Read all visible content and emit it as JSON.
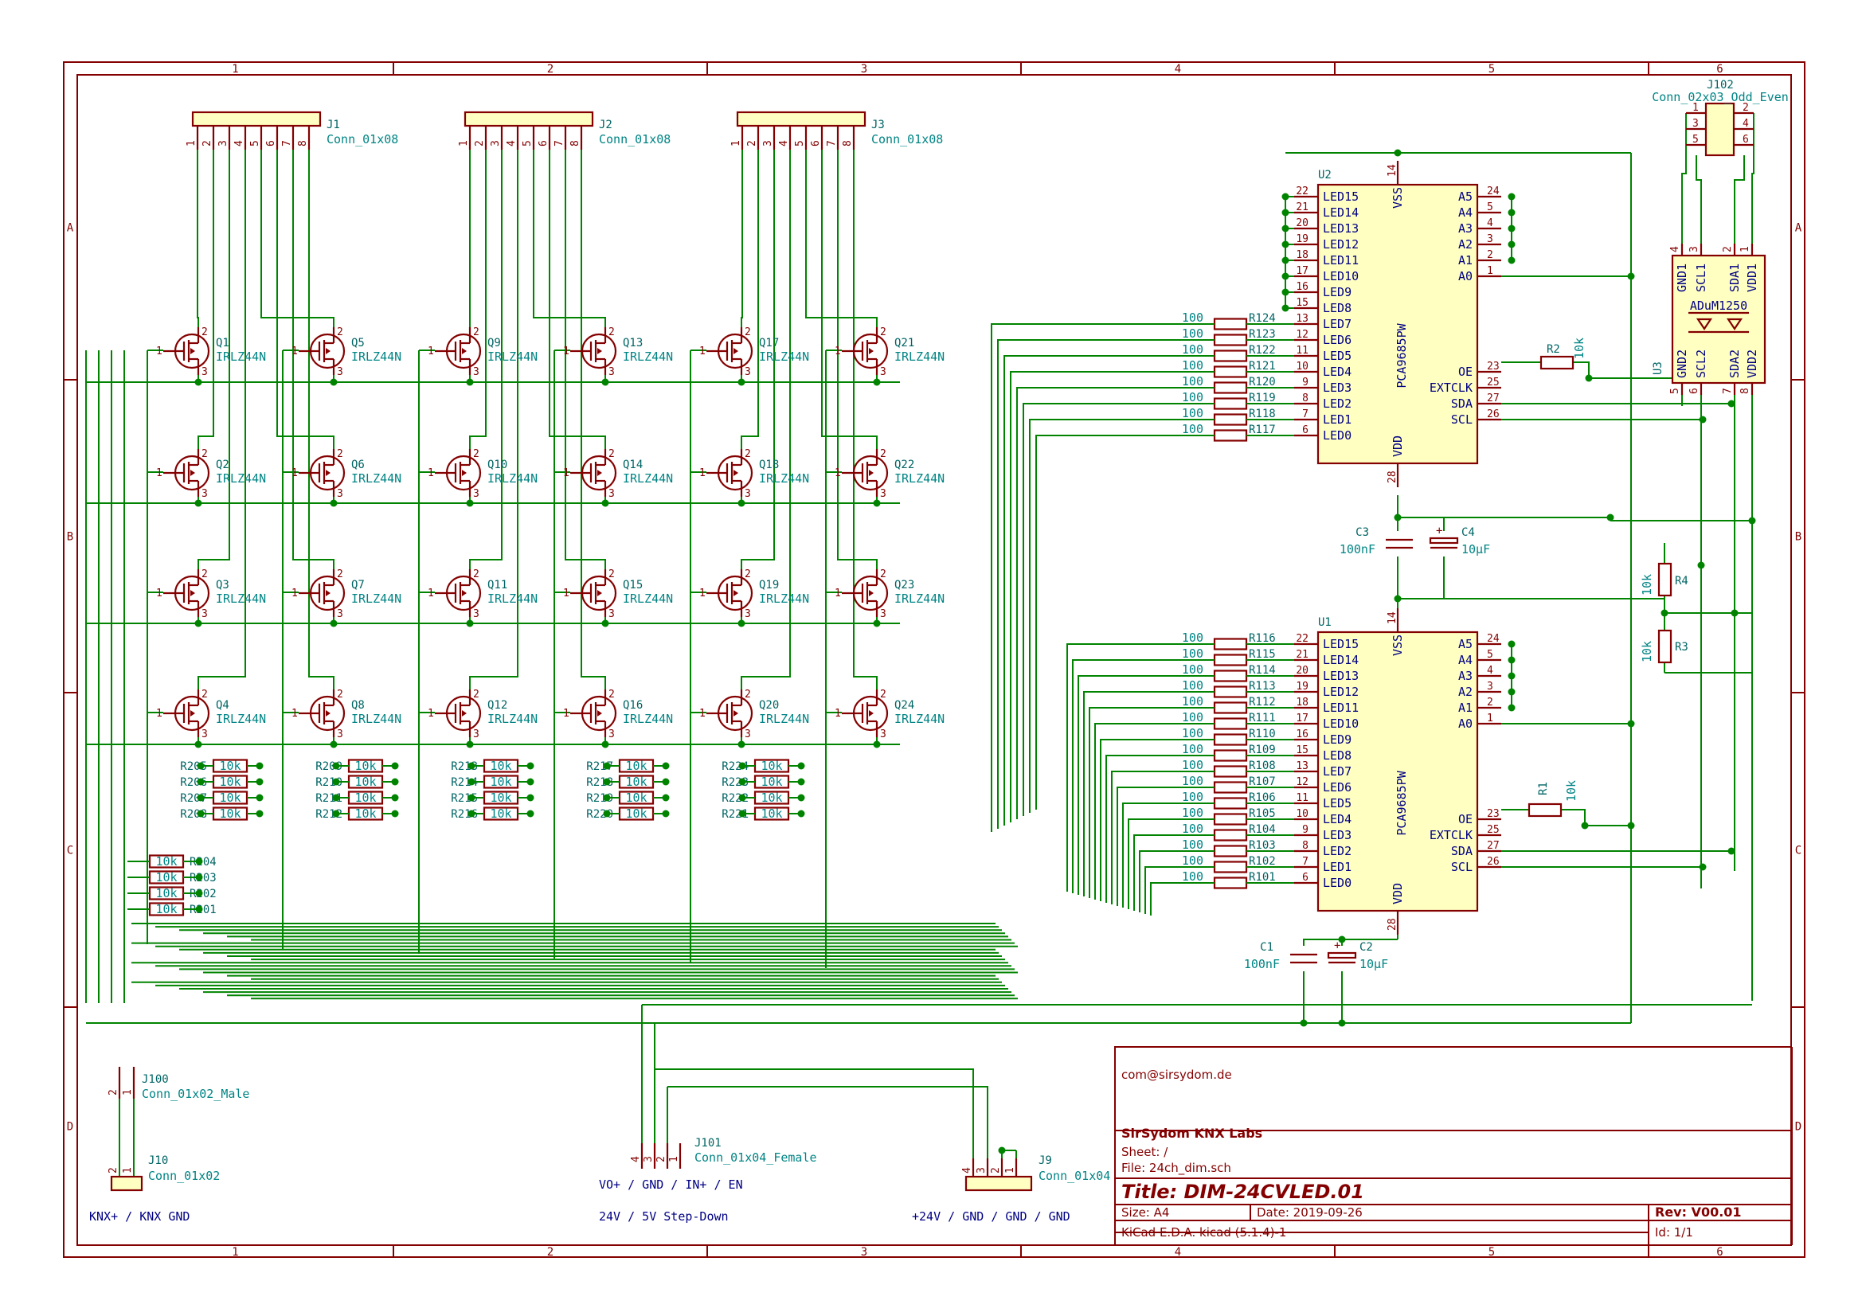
{
  "frame": {
    "columns": [
      "1",
      "2",
      "3",
      "4",
      "5",
      "6"
    ],
    "rows": [
      "A",
      "B",
      "C",
      "D"
    ]
  },
  "connectors_top": [
    {
      "ref": "J1",
      "value": "Conn_01x08",
      "pins": [
        "1",
        "2",
        "3",
        "4",
        "5",
        "6",
        "7",
        "8"
      ]
    },
    {
      "ref": "J2",
      "value": "Conn_01x08",
      "pins": [
        "1",
        "2",
        "3",
        "4",
        "5",
        "6",
        "7",
        "8"
      ]
    },
    {
      "ref": "J3",
      "value": "Conn_01x08",
      "pins": [
        "1",
        "2",
        "3",
        "4",
        "5",
        "6",
        "7",
        "8"
      ]
    }
  ],
  "mosfets": {
    "value": "IRLZ44N",
    "refs": [
      [
        "Q1",
        "Q5",
        "Q9",
        "Q13",
        "Q17",
        "Q21"
      ],
      [
        "Q2",
        "Q6",
        "Q10",
        "Q14",
        "Q18",
        "Q22"
      ],
      [
        "Q3",
        "Q7",
        "Q11",
        "Q15",
        "Q19",
        "Q23"
      ],
      [
        "Q4",
        "Q8",
        "Q12",
        "Q16",
        "Q20",
        "Q24"
      ]
    ],
    "pins": {
      "gate": "1",
      "drain": "2",
      "source": "3"
    }
  },
  "gate_resistors": {
    "value": "10k",
    "groups": [
      [
        "R205",
        "R206",
        "R207",
        "R208"
      ],
      [
        "R209",
        "R210",
        "R211",
        "R212"
      ],
      [
        "R213",
        "R214",
        "R215",
        "R216"
      ],
      [
        "R217",
        "R218",
        "R219",
        "R220"
      ],
      [
        "R224",
        "R223",
        "R222",
        "R221"
      ]
    ],
    "lower": [
      "R204",
      "R203",
      "R202",
      "R201"
    ]
  },
  "series_resistors": {
    "value": "100",
    "u2": [
      "R124",
      "R123",
      "R122",
      "R121",
      "R120",
      "R119",
      "R118",
      "R117"
    ],
    "u1": [
      "R116",
      "R115",
      "R114",
      "R113",
      "R112",
      "R111",
      "R110",
      "R109",
      "R108",
      "R107",
      "R106",
      "R105",
      "R104",
      "R103",
      "R102",
      "R101"
    ]
  },
  "u2": {
    "ref": "U2",
    "value": "PCA9685PW",
    "left_pins": [
      {
        "name": "LED15",
        "num": "22"
      },
      {
        "name": "LED14",
        "num": "21"
      },
      {
        "name": "LED13",
        "num": "20"
      },
      {
        "name": "LED12",
        "num": "19"
      },
      {
        "name": "LED11",
        "num": "18"
      },
      {
        "name": "LED10",
        "num": "17"
      },
      {
        "name": "LED9",
        "num": "16"
      },
      {
        "name": "LED8",
        "num": "15"
      },
      {
        "name": "LED7",
        "num": "13"
      },
      {
        "name": "LED6",
        "num": "12"
      },
      {
        "name": "LED5",
        "num": "11"
      },
      {
        "name": "LED4",
        "num": "10"
      },
      {
        "name": "LED3",
        "num": "9"
      },
      {
        "name": "LED2",
        "num": "8"
      },
      {
        "name": "LED1",
        "num": "7"
      },
      {
        "name": "LED0",
        "num": "6"
      }
    ],
    "right_pins": [
      {
        "name": "A5",
        "num": "24"
      },
      {
        "name": "A4",
        "num": "5"
      },
      {
        "name": "A3",
        "num": "4"
      },
      {
        "name": "A2",
        "num": "3"
      },
      {
        "name": "A1",
        "num": "2"
      },
      {
        "name": "A0",
        "num": "1"
      },
      {
        "name": "OE",
        "num": "23"
      },
      {
        "name": "EXTCLK",
        "num": "25"
      },
      {
        "name": "SDA",
        "num": "27"
      },
      {
        "name": "SCL",
        "num": "26"
      }
    ],
    "vss": "VSS",
    "vss_num": "14",
    "vdd": "VDD",
    "vdd_num": "28"
  },
  "u1": {
    "ref": "U1",
    "value": "PCA9685PW",
    "left_pins": [
      {
        "name": "LED15",
        "num": "22"
      },
      {
        "name": "LED14",
        "num": "21"
      },
      {
        "name": "LED13",
        "num": "20"
      },
      {
        "name": "LED12",
        "num": "19"
      },
      {
        "name": "LED11",
        "num": "18"
      },
      {
        "name": "LED10",
        "num": "17"
      },
      {
        "name": "LED9",
        "num": "16"
      },
      {
        "name": "LED8",
        "num": "15"
      },
      {
        "name": "LED7",
        "num": "13"
      },
      {
        "name": "LED6",
        "num": "12"
      },
      {
        "name": "LED5",
        "num": "11"
      },
      {
        "name": "LED4",
        "num": "10"
      },
      {
        "name": "LED3",
        "num": "9"
      },
      {
        "name": "LED2",
        "num": "8"
      },
      {
        "name": "LED1",
        "num": "7"
      },
      {
        "name": "LED0",
        "num": "6"
      }
    ],
    "right_pins": [
      {
        "name": "A5",
        "num": "24"
      },
      {
        "name": "A4",
        "num": "5"
      },
      {
        "name": "A3",
        "num": "4"
      },
      {
        "name": "A2",
        "num": "3"
      },
      {
        "name": "A1",
        "num": "2"
      },
      {
        "name": "A0",
        "num": "1"
      },
      {
        "name": "OE",
        "num": "23"
      },
      {
        "name": "EXTCLK",
        "num": "25"
      },
      {
        "name": "SDA",
        "num": "27"
      },
      {
        "name": "SCL",
        "num": "26"
      }
    ],
    "vss": "VSS",
    "vss_num": "14",
    "vdd": "VDD",
    "vdd_num": "28"
  },
  "pullups": [
    {
      "ref": "R2",
      "value": "10k"
    },
    {
      "ref": "R1",
      "value": "10k"
    },
    {
      "ref": "R4",
      "value": "10k"
    },
    {
      "ref": "R3",
      "value": "10k"
    }
  ],
  "caps": [
    {
      "ref": "C3",
      "value": "100nF"
    },
    {
      "ref": "C4",
      "value": "10µF"
    },
    {
      "ref": "C1",
      "value": "100nF"
    },
    {
      "ref": "C2",
      "value": "10µF"
    }
  ],
  "isolator": {
    "ref": "U3",
    "value": "ADuM1250",
    "top_pins": [
      {
        "name": "GND1",
        "num": "4"
      },
      {
        "name": "SCL1",
        "num": "3"
      },
      {
        "name": "SDA1",
        "num": "2"
      },
      {
        "name": "VDD1",
        "num": "1"
      }
    ],
    "bottom_pins": [
      {
        "name": "GND2",
        "num": "5"
      },
      {
        "name": "SCL2",
        "num": "6"
      },
      {
        "name": "SDA2",
        "num": "7"
      },
      {
        "name": "VDD2",
        "num": "8"
      }
    ]
  },
  "header_j102": {
    "ref": "J102",
    "value": "Conn_02x03_Odd_Even",
    "pins": [
      "1",
      "2",
      "3",
      "4",
      "5",
      "6"
    ]
  },
  "bottom_connectors": [
    {
      "ref": "J100",
      "value": "Conn_01x02_Male",
      "pins": [
        "2",
        "1"
      ]
    },
    {
      "ref": "J10",
      "value": "Conn_01x02",
      "pins": [
        "2",
        "1"
      ],
      "caption": "KNX+ / KNX GND"
    },
    {
      "ref": "J101",
      "value": "Conn_01x04_Female",
      "pins": [
        "4",
        "3",
        "2",
        "1"
      ],
      "caption1": "VO+ / GND / IN+ / EN",
      "caption2": "24V / 5V Step-Down"
    },
    {
      "ref": "J9",
      "value": "Conn_01x04",
      "pins": [
        "4",
        "3",
        "2",
        "1"
      ],
      "caption": "+24V / GND / GND / GND"
    }
  ],
  "title_block": {
    "email": "com@sirsydom.de",
    "company": "SirSydom KNX Labs",
    "sheet": "Sheet: /",
    "file": "File: 24ch_dim.sch",
    "title": "Title: DIM-24CVLED.01",
    "size": "Size: A4",
    "date": "Date: 2019-09-26",
    "rev": "Rev: V00.01",
    "tool": "KiCad E.D.A.  kicad (5.1.4)-1",
    "id": "Id: 1/1"
  },
  "colors": {
    "border": "#840000",
    "wire": "#008400",
    "value_text": "#008484",
    "pin_text": "#000084",
    "chip_fill": "#ffffc2"
  }
}
